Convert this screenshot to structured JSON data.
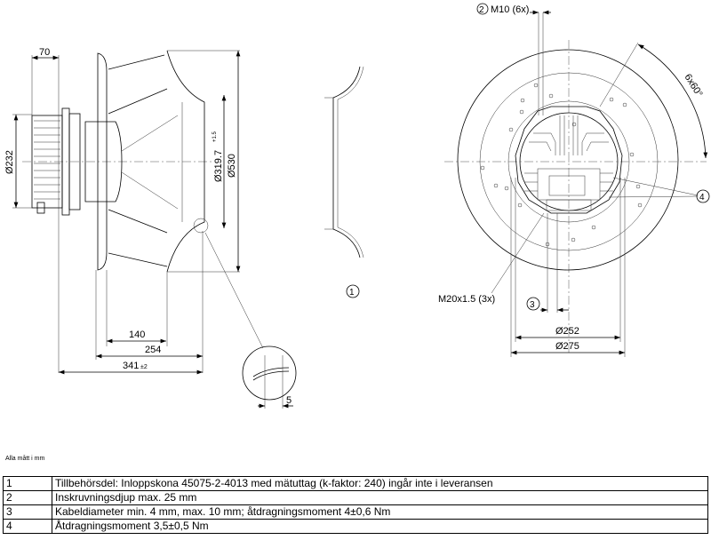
{
  "drawing": {
    "side_view": {
      "dim_70": "70",
      "dim_d232": "Ø232",
      "dim_d319": "Ø319.7",
      "dim_d319_tol": "+1.5",
      "dim_d530": "Ø530",
      "dim_140": "140",
      "dim_254": "254",
      "dim_341": "341",
      "dim_341_tol": "±2",
      "dim_5": "5"
    },
    "inlet_cone": {
      "callout": "1"
    },
    "front_view": {
      "callout_2": "2",
      "m10": "M10 (6x)",
      "angle": "6x60°",
      "callout_4": "4",
      "m20": "M20x1.5 (3x)",
      "callout_3": "3",
      "dim_d252": "Ø252",
      "dim_d275": "Ø275"
    }
  },
  "note": "Alla mått i mm",
  "table": [
    {
      "n": "1",
      "text": "Tillbehörsdel: Inloppskona 45075-2-4013 med mätuttag (k-faktor: 240) ingår inte i leveransen"
    },
    {
      "n": "2",
      "text": "Inskruvningsdjup max. 25 mm"
    },
    {
      "n": "3",
      "text": "Kabeldiameter min. 4 mm, max. 10 mm; åtdragningsmoment 4±0,6 Nm"
    },
    {
      "n": "4",
      "text": "Åtdragningsmoment 3,5±0,5 Nm"
    }
  ]
}
